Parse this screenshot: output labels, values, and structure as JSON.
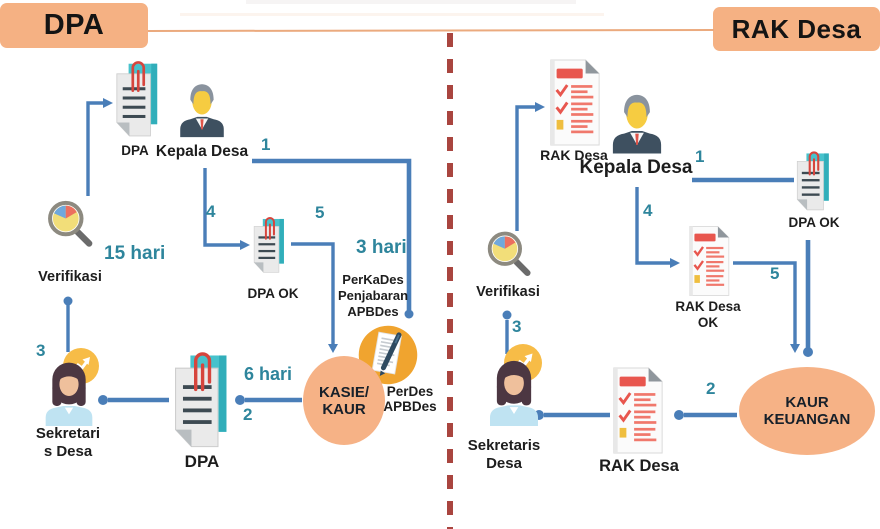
{
  "headers": {
    "left_title": "DPA",
    "right_title": "RAK Desa"
  },
  "left": {
    "doc_top_label": "DPA",
    "kepala_label": "Kepala Desa",
    "num1": "1",
    "num2": "2",
    "num3": "3",
    "num4": "4",
    "num5": "5",
    "verifikasi_label": "Verifikasi",
    "verify_duration": "15 hari",
    "dpa_ok_label": "DPA OK",
    "perkades_duration": "3 hari",
    "perkades_l1": "PerKaDes",
    "perkades_l2": "Penjabaran",
    "perkades_l3": "APBDes",
    "kasie_l1": "KASIE/",
    "kasie_l2": "KAUR",
    "perdes_l1": "PerDes",
    "perdes_l2": "APBDes",
    "submit_duration": "6 hari",
    "doc_bottom_label": "DPA",
    "sekretaris_l1": "Sekretari",
    "sekretaris_l2": "s Desa"
  },
  "right": {
    "doc_top_label": "RAK Desa",
    "kepala_label": "Kepala Desa",
    "num1": "1",
    "num2": "2",
    "num3": "3",
    "num4": "4",
    "num5": "5",
    "verifikasi_label": "Verifikasi",
    "dpa_ok_label": "DPA OK",
    "rak_ok_l1": "RAK Desa",
    "rak_ok_l2": "OK",
    "kaur_l1": "KAUR",
    "kaur_l2": "KEUANGAN",
    "doc_bottom_label": "RAK Desa",
    "sekretaris_l1": "Sekretaris",
    "sekretaris_l2": "Desa"
  },
  "colors": {
    "header_fill": "#F5B183",
    "ellipse_fill": "#F6B286",
    "badge_circle": "#F0A42F",
    "connector": "#4A7EB8",
    "accent_teal": "#2E859C",
    "divider_red": "#A9453F",
    "rule_orange": "#EBAA7E",
    "doc_teal": "#47C2CC",
    "check_red": "#E8564E"
  },
  "icons": {
    "left_doc_top": "paperclip-document-icon",
    "left_person_top": "male-person-icon",
    "left_magnifier": "magnifier-pie-icon",
    "left_badge": "trend-arrow-badge-icon",
    "left_person_bottom": "female-person-icon",
    "left_doc_ok": "paperclip-document-icon",
    "left_doc_bottom": "paperclip-document-icon",
    "left_pen_circle": "pen-paper-circle-icon",
    "right_doc_top": "checklist-document-icon",
    "right_person_top": "male-person-icon",
    "right_doc_ok": "paperclip-document-icon",
    "right_doc_rak_ok": "checklist-document-icon",
    "right_magnifier": "magnifier-pie-icon",
    "right_badge": "trend-arrow-badge-icon",
    "right_person_bottom": "female-person-icon",
    "right_doc_bottom": "checklist-document-icon"
  }
}
